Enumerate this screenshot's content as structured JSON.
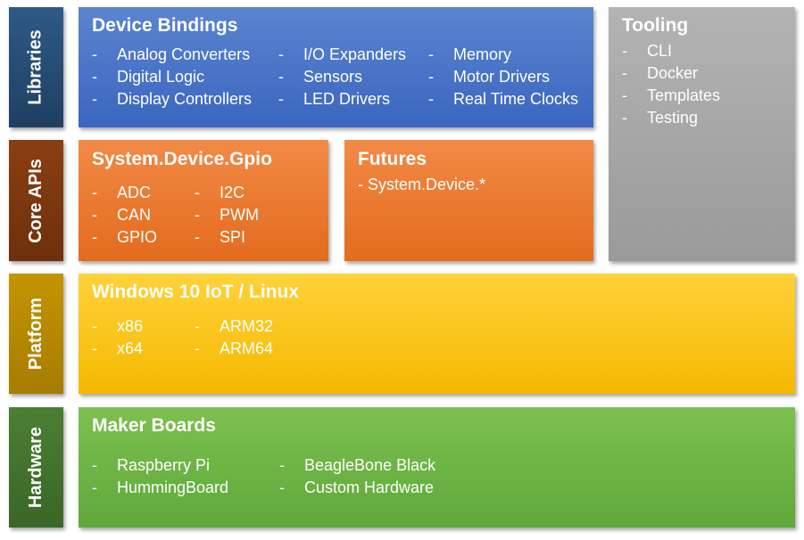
{
  "sidebar": {
    "libraries": "Libraries",
    "core_apis": "Core APIs",
    "platform": "Platform",
    "hardware": "Hardware"
  },
  "device_bindings": {
    "title": "Device Bindings",
    "col1": [
      "Analog Converters",
      "Digital Logic",
      "Display Controllers"
    ],
    "col2": [
      "I/O Expanders",
      "Sensors",
      "LED Drivers"
    ],
    "col3": [
      "Memory",
      "Motor Drivers",
      "Real Time Clocks"
    ]
  },
  "tooling": {
    "title": "Tooling",
    "items": [
      "CLI",
      "Docker",
      "Templates",
      "Testing"
    ]
  },
  "gpio": {
    "title": "System.Device.Gpio",
    "col1": [
      "ADC",
      "CAN",
      "GPIO"
    ],
    "col2": [
      "I2C",
      "PWM",
      "SPI"
    ]
  },
  "futures": {
    "title": "Futures",
    "item": "- System.Device.*"
  },
  "platform": {
    "title": "Windows 10 IoT / Linux",
    "col1": [
      "x86",
      "x64"
    ],
    "col2": [
      "ARM32",
      "ARM64"
    ]
  },
  "hardware": {
    "title": "Maker Boards",
    "col1": [
      "Raspberry Pi",
      "HummingBoard"
    ],
    "col2": [
      "BeagleBone Black",
      "Custom Hardware"
    ]
  },
  "dash": "-",
  "colors": {
    "libraries": "#2e5a86",
    "core_apis": "#8a3f12",
    "platform": "#c49400",
    "hardware": "#4b7f33",
    "device_bindings": "#4a75c8",
    "tooling": "#a6a6a6",
    "core_panels": "#ec7a30",
    "platform_panel": "#ffc71c",
    "hardware_panel": "#6db445"
  }
}
